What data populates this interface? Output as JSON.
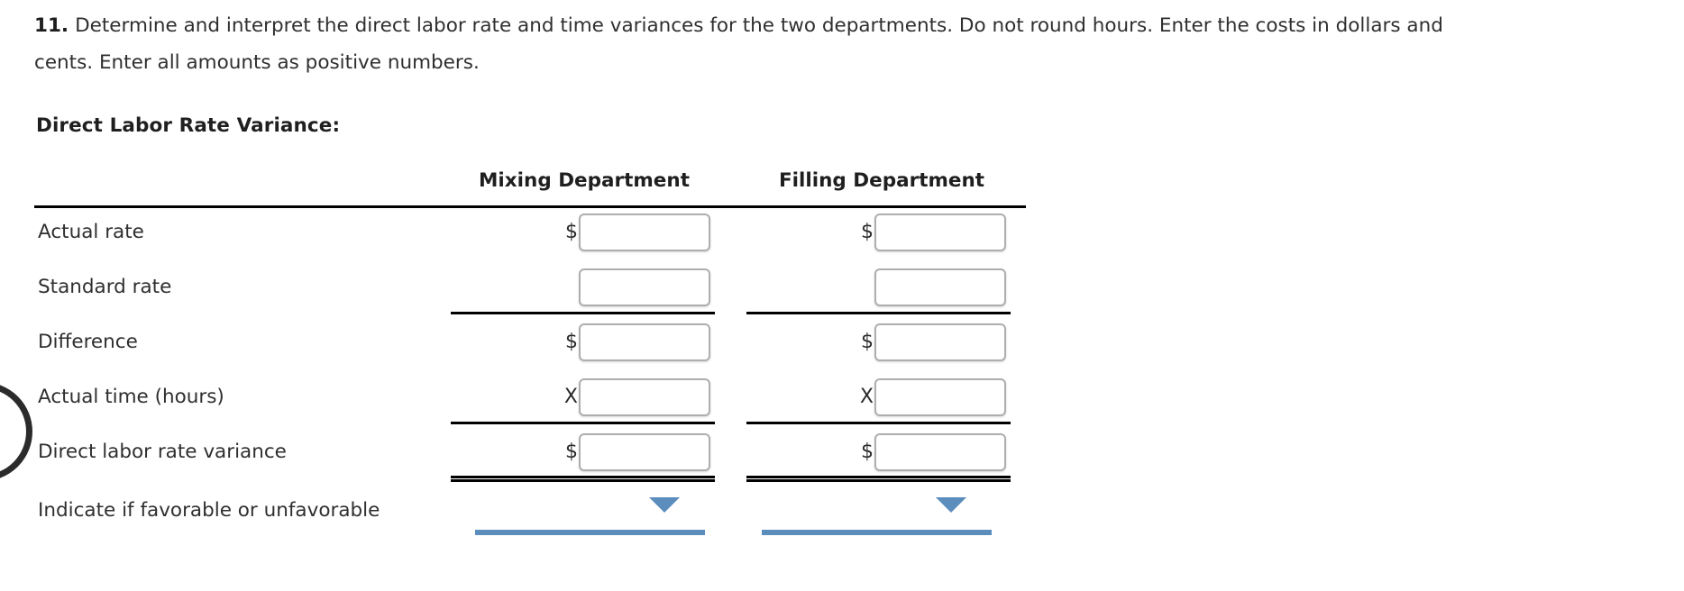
{
  "question": {
    "number": "11.",
    "lines": [
      "Determine and interpret the direct labor rate and time variances for the two departments. Do not round hours. Enter the costs in dollars and",
      "cents. Enter all amounts as positive numbers."
    ]
  },
  "section": {
    "heading": "Direct Labor Rate Variance:"
  },
  "table": {
    "columns": [
      {
        "key": "mixing",
        "header": "Mixing Department"
      },
      {
        "key": "filling",
        "header": "Filling Department"
      }
    ],
    "rows": [
      {
        "label": "Actual rate",
        "mixing": {
          "operator": "$",
          "value": ""
        },
        "filling": {
          "operator": "$",
          "value": ""
        }
      },
      {
        "label": "Standard rate",
        "mixing": {
          "operator": "",
          "value": ""
        },
        "filling": {
          "operator": "",
          "value": ""
        }
      },
      {
        "label": "Difference",
        "mixing": {
          "operator": "$",
          "value": ""
        },
        "filling": {
          "operator": "$",
          "value": ""
        }
      },
      {
        "label": "Actual time (hours)",
        "mixing": {
          "operator": "X",
          "value": ""
        },
        "filling": {
          "operator": "X",
          "value": ""
        }
      },
      {
        "label": "Direct labor rate variance",
        "mixing": {
          "operator": "$",
          "value": ""
        },
        "filling": {
          "operator": "$",
          "value": ""
        }
      }
    ],
    "dropdown_row": {
      "label": "Indicate if favorable or unfavorable",
      "mixing": {
        "selected": ""
      },
      "filling": {
        "selected": ""
      }
    }
  },
  "colors": {
    "rule": "#000000",
    "text": "#2f2f2f",
    "input_border": "#aeaeae",
    "select_accent": "#5b8dbd",
    "annotation": "#2b2b2b"
  },
  "icons": {
    "dropdown_caret": "chevron-down-icon"
  }
}
